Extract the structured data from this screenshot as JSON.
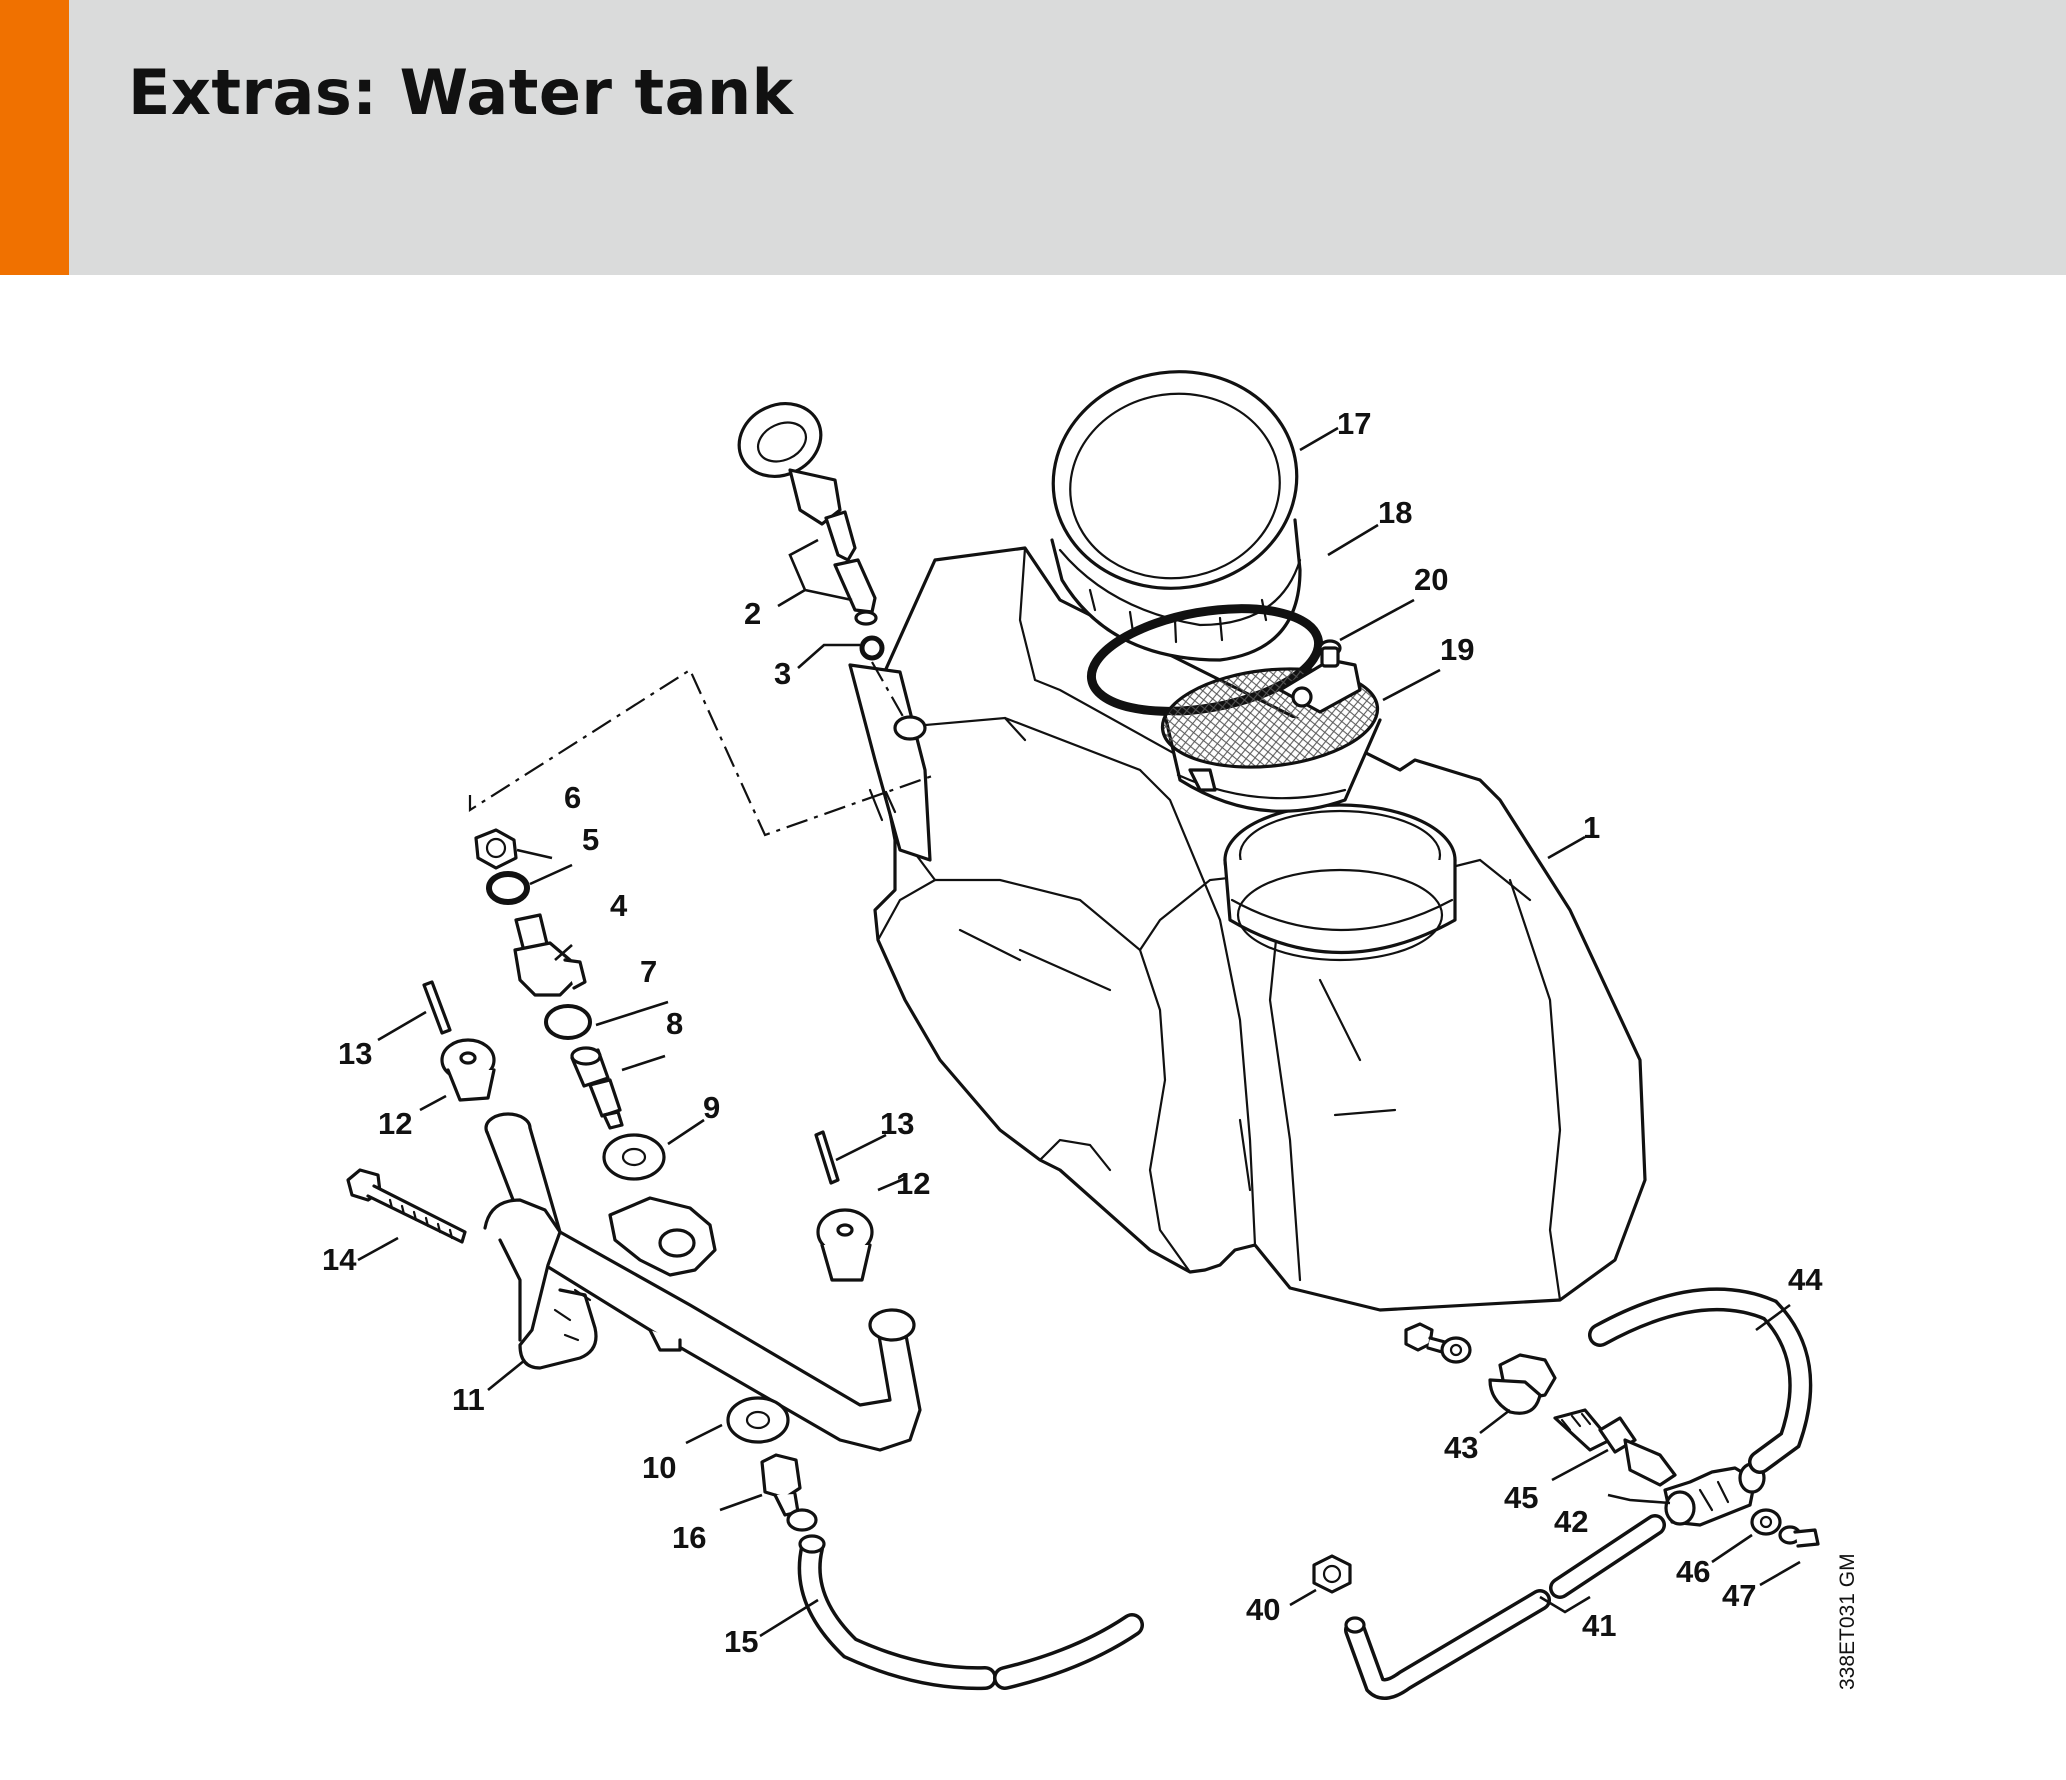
{
  "header": {
    "title": "Extras: Water tank",
    "accent_color": "#f07100",
    "background_color": "#dadbdb"
  },
  "diagram": {
    "drawing_code": "338ET031 GM",
    "callouts": [
      {
        "id": "c1",
        "label": "1"
      },
      {
        "id": "c2",
        "label": "2"
      },
      {
        "id": "c3",
        "label": "3"
      },
      {
        "id": "c4",
        "label": "4"
      },
      {
        "id": "c5",
        "label": "5"
      },
      {
        "id": "c6",
        "label": "6"
      },
      {
        "id": "c7",
        "label": "7"
      },
      {
        "id": "c8",
        "label": "8"
      },
      {
        "id": "c9",
        "label": "9"
      },
      {
        "id": "c10",
        "label": "10"
      },
      {
        "id": "c11",
        "label": "11"
      },
      {
        "id": "c12a",
        "label": "12"
      },
      {
        "id": "c12b",
        "label": "12"
      },
      {
        "id": "c13a",
        "label": "13"
      },
      {
        "id": "c13b",
        "label": "13"
      },
      {
        "id": "c14",
        "label": "14"
      },
      {
        "id": "c15",
        "label": "15"
      },
      {
        "id": "c16",
        "label": "16"
      },
      {
        "id": "c17",
        "label": "17"
      },
      {
        "id": "c18",
        "label": "18"
      },
      {
        "id": "c19",
        "label": "19"
      },
      {
        "id": "c20",
        "label": "20"
      },
      {
        "id": "c40",
        "label": "40"
      },
      {
        "id": "c41",
        "label": "41"
      },
      {
        "id": "c42",
        "label": "42"
      },
      {
        "id": "c43",
        "label": "43"
      },
      {
        "id": "c44",
        "label": "44"
      },
      {
        "id": "c45",
        "label": "45"
      },
      {
        "id": "c46",
        "label": "46"
      },
      {
        "id": "c47",
        "label": "47"
      }
    ]
  }
}
